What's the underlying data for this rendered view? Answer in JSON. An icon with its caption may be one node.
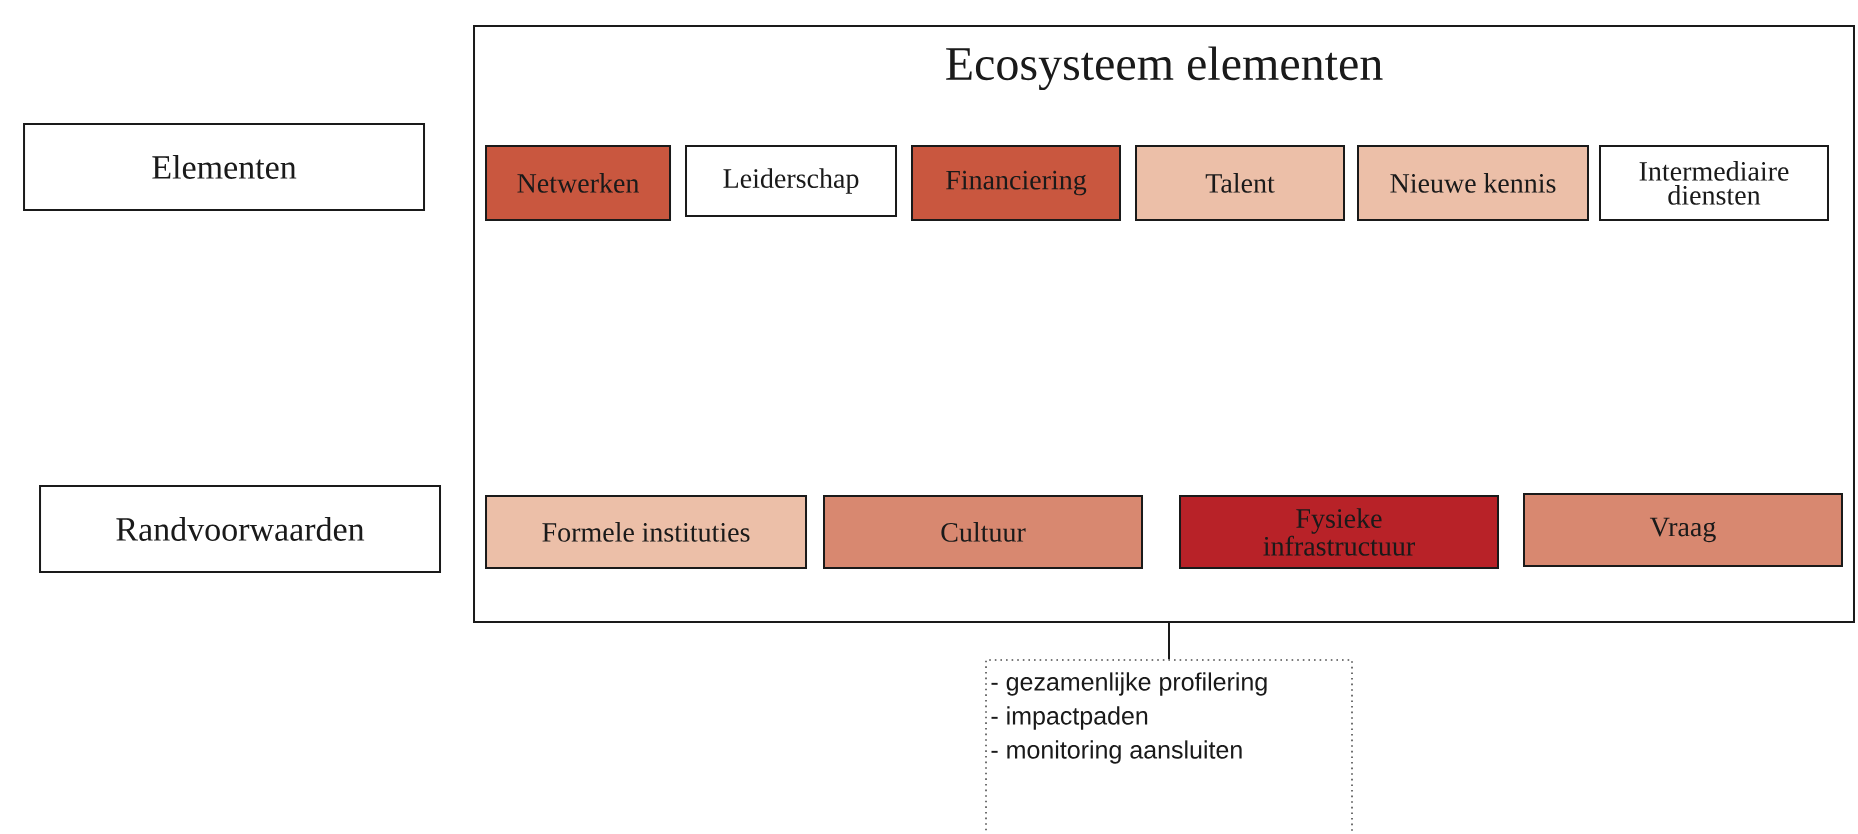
{
  "diagram": {
    "nodes": [
      {
        "text": [
          "Elementen"
        ]
      },
      {
        "text": [
          "Randvoorwaarden"
        ]
      },
      {
        "text": [
          "Ecosysteem elementen"
        ]
      },
      {
        "text": [
          "Netwerken"
        ],
        "in": 2
      },
      {
        "text": [
          "Leiderschap"
        ],
        "in": 2
      },
      {
        "text": [
          "Financiering"
        ],
        "in": 2
      },
      {
        "text": [
          "Talent"
        ],
        "in": 2
      },
      {
        "text": [
          "Nieuwe kennis"
        ],
        "in": 2
      },
      {
        "text": [
          "Intermediaire diensten"
        ],
        "in": 2
      },
      {
        "text": [
          "Formele instituties"
        ],
        "in": 2
      },
      {
        "text": [
          "Cultuur"
        ],
        "in": 2
      },
      {
        "text": [
          "Fysieke infrastructuur"
        ],
        "in": 2
      },
      {
        "text": [
          "Vraag"
        ],
        "in": 2
      },
      {
        "text": [
          "- gezamenlijke profilering",
          "- impactpaden",
          "- monitoring aansluiten"
        ]
      }
    ],
    "edges": [
      {
        "from": 2,
        "to": 13,
        "arrow": "none"
      }
    ]
  }
}
